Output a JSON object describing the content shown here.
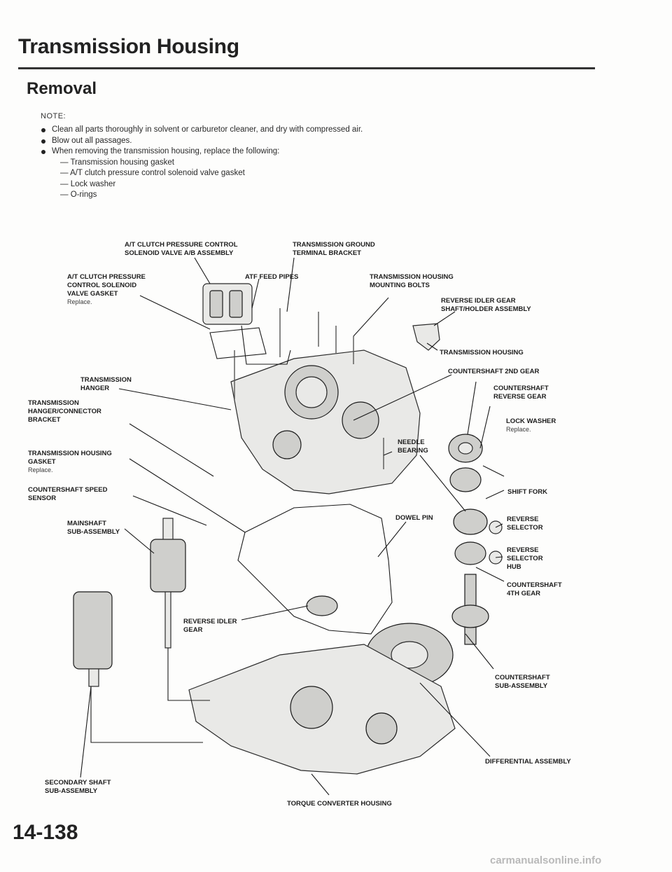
{
  "header": {
    "title": "Transmission Housing",
    "subtitle": "Removal"
  },
  "notes": {
    "heading": "NOTE:",
    "bullets": [
      "Clean all parts thoroughly in solvent or carburetor cleaner, and dry with compressed air.",
      "Blow out all passages.",
      "When removing the transmission housing, replace the following:"
    ],
    "sub_items": [
      "Transmission housing gasket",
      "A/T clutch pressure control solenoid valve gasket",
      "Lock washer",
      "O-rings"
    ]
  },
  "labels": {
    "solenoid_assy_1": "A/T CLUTCH PRESSURE CONTROL",
    "solenoid_assy_2": "SOLENOID VALVE A/B ASSEMBLY",
    "ground_1": "TRANSMISSION GROUND",
    "ground_2": "TERMINAL BRACKET",
    "gasket_valve_1": "A/T CLUTCH PRESSURE",
    "gasket_valve_2": "CONTROL SOLENOID",
    "gasket_valve_3": "VALVE GASKET",
    "replace": "Replace.",
    "atf_feed": "ATF FEED PIPES",
    "mount_bolts_1": "TRANSMISSION HOUSING",
    "mount_bolts_2": "MOUNTING BOLTS",
    "idler_shaft_1": "REVERSE IDLER GEAR",
    "idler_shaft_2": "SHAFT/HOLDER ASSEMBLY",
    "housing": "TRANSMISSION HOUSING",
    "cs_2nd": "COUNTERSHAFT 2ND GEAR",
    "cs_rev_1": "COUNTERSHAFT",
    "cs_rev_2": "REVERSE GEAR",
    "hanger_1": "TRANSMISSION",
    "hanger_2": "HANGER",
    "lock_washer": "LOCK WASHER",
    "bracket_1": "TRANSMISSION",
    "bracket_2": "HANGER/CONNECTOR",
    "bracket_3": "BRACKET",
    "needle_1": "NEEDLE",
    "needle_2": "BEARING",
    "housing_gasket_1": "TRANSMISSION HOUSING",
    "housing_gasket_2": "GASKET",
    "shift_fork": "SHIFT FORK",
    "speed_sensor_1": "COUNTERSHAFT SPEED",
    "speed_sensor_2": "SENSOR",
    "dowel": "DOWEL PIN",
    "rev_sel_1": "REVERSE",
    "rev_sel_2": "SELECTOR",
    "mainshaft_1": "MAINSHAFT",
    "mainshaft_2": "SUB-ASSEMBLY",
    "rev_hub_1": "REVERSE",
    "rev_hub_2": "SELECTOR",
    "rev_hub_3": "HUB",
    "cs_4th_1": "COUNTERSHAFT",
    "cs_4th_2": "4TH GEAR",
    "rev_idler_1": "REVERSE IDLER",
    "rev_idler_2": "GEAR",
    "cs_sub_1": "COUNTERSHAFT",
    "cs_sub_2": "SUB-ASSEMBLY",
    "diff": "DIFFERENTIAL ASSEMBLY",
    "sec_shaft_1": "SECONDARY SHAFT",
    "sec_shaft_2": "SUB-ASSEMBLY",
    "tc_housing": "TORQUE CONVERTER HOUSING"
  },
  "footer": {
    "page_number": "14-138",
    "watermark": "carmanualsonline.info"
  }
}
